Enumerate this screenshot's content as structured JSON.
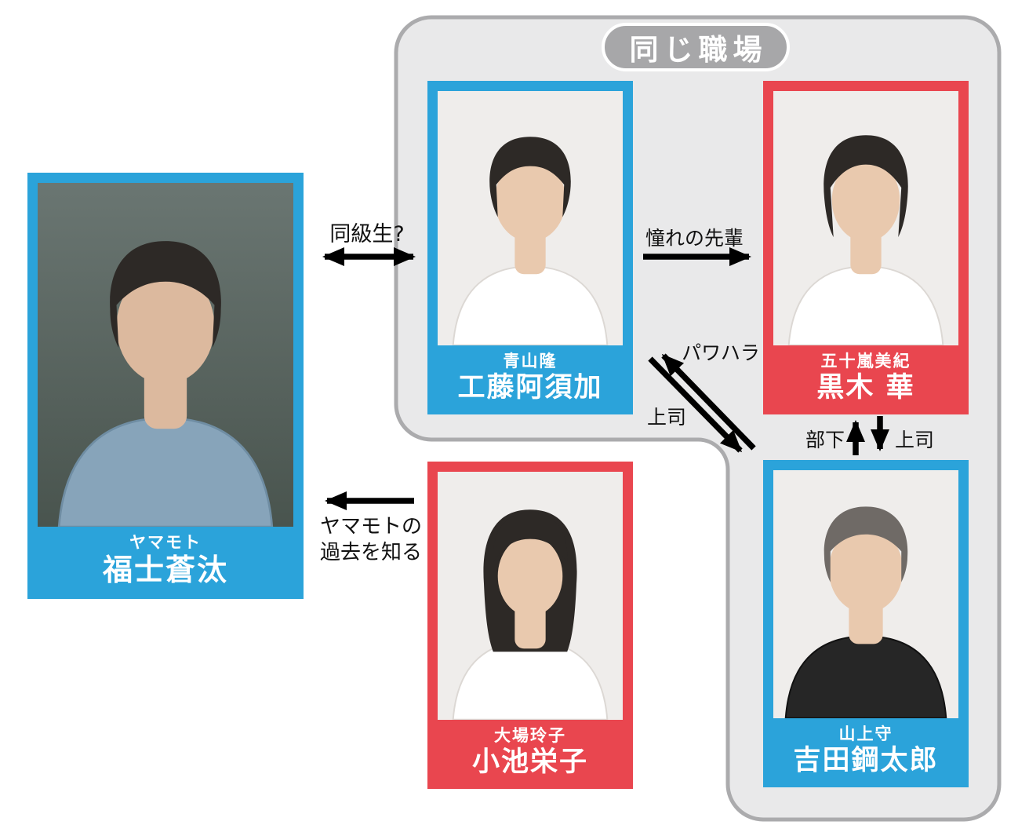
{
  "group": {
    "label": "同じ職場"
  },
  "cards": {
    "yamamoto": {
      "character": "ヤマモト",
      "actor": "福士蒼汰",
      "frame_color": "#2ba3da"
    },
    "aoyama": {
      "character": "青山隆",
      "actor": "工藤阿須加",
      "frame_color": "#2ba3da"
    },
    "igarashi": {
      "character": "五十嵐美紀",
      "actor": "黒木 華",
      "frame_color": "#e9464f"
    },
    "oba": {
      "character": "大場玲子",
      "actor": "小池栄子",
      "frame_color": "#e9464f"
    },
    "yamagami": {
      "character": "山上守",
      "actor": "吉田鋼太郎",
      "frame_color": "#2ba3da"
    }
  },
  "relations": {
    "classmates": {
      "label": "同級生?"
    },
    "admired_senior": {
      "label": "憧れの先輩"
    },
    "power_harassment": {
      "label": "パワハラ"
    },
    "boss_diagonal": {
      "label": "上司"
    },
    "subordinate": {
      "label": "部下"
    },
    "boss_vertical": {
      "label": "上司"
    },
    "knows_past": {
      "line1": "ヤマモトの",
      "line2": "過去を知る"
    }
  },
  "colors": {
    "blue": "#2ba3da",
    "red": "#e9464f",
    "panel_fill": "#e9e9ea",
    "panel_border": "#ababad",
    "badge_bg": "#a7a7a9",
    "arrow": "#000000"
  }
}
